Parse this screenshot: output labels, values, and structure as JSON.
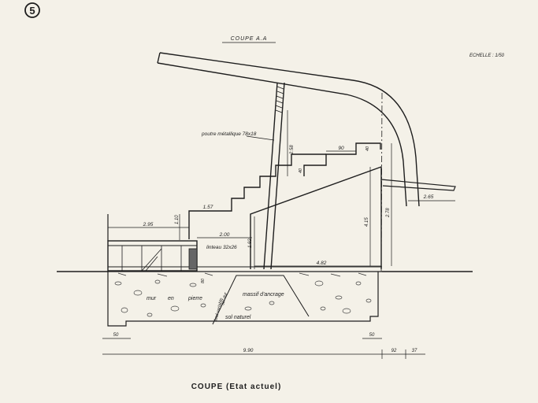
{
  "sheet": {
    "number": "5",
    "section_label": "COUPE  A.A",
    "scale_label": "ECHELLE : 1/50",
    "caption": "COUPE (Etat actuel)"
  },
  "annotations": {
    "beam": "poutre métallique 78x18",
    "lintel": "linteau 32x26",
    "wall_a": "mur",
    "wall_b": "en",
    "wall_c": "pierre",
    "footing": "massif d'ancrage",
    "soil": "sol naturel",
    "vert_1": "bad variable",
    "vert_2": "sol dur"
  },
  "dimensions": {
    "d_295": "2.95",
    "d_110": "1.10",
    "d_157": "1.57",
    "d_200": "2.00",
    "d_258": "2.58",
    "d_192": "1.92",
    "d_482": "4.82",
    "d_415": "4.15",
    "d_278": "2.78",
    "d_265": "2.65",
    "d_90": "90",
    "d_40": "40",
    "d_40b": "40",
    "d_80": "80",
    "d_50a": "50",
    "d_50b": "50",
    "d_990": "9.90",
    "d_92": "92",
    "d_37": "37"
  }
}
